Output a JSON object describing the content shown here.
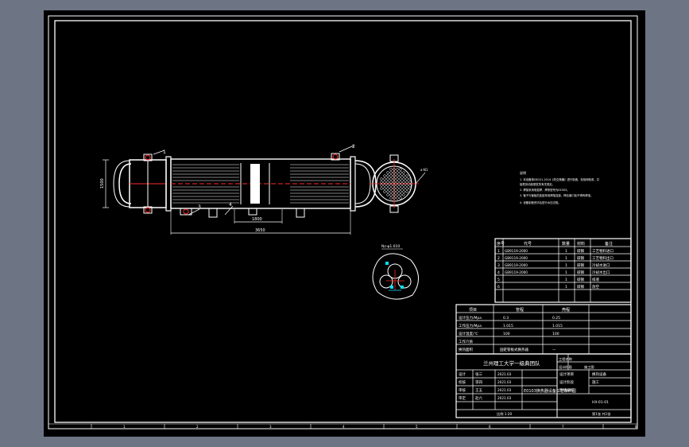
{
  "drawing": {
    "background_color": "#000000",
    "line_color": "#ffffff",
    "accent_color": "#ff2a2a",
    "marker_color": "#00e0ff",
    "workspace_color": "#6d7585"
  },
  "labels": {
    "callouts": [
      "1",
      "2",
      "3",
      "4"
    ],
    "nozzle_label": "a-N1",
    "dim_height": "1500",
    "dim_center": "1800",
    "dim_total": "3650",
    "section_title": "Nz-φ1.010"
  },
  "notes": {
    "title": "说明",
    "lines": [
      "1. 本设备按GB151-2014《热交换器》进行制造、检验和验收，并",
      "   接受劳动部颁发的有关规定。",
      "2. 焊接采用电弧焊，焊条型号为E4303。",
      "3. 管子与管板的连接采用焊接连接，焊后管口处不得有焊渣。",
      "4. 设备制造完毕后进行水压试验。"
    ]
  },
  "parts_table": {
    "headers": [
      "序号",
      "代号",
      "数量",
      "材料",
      "备注"
    ],
    "rows": [
      [
        "1",
        "GB9119-2000",
        "1",
        "碳钢",
        "工艺物料进口"
      ],
      [
        "2",
        "GB9119-2000",
        "1",
        "碳钢",
        "工艺物料出口"
      ],
      [
        "3",
        "GB9119-2000",
        "1",
        "碳钢",
        "冷却水进口"
      ],
      [
        "4",
        "GB9119-2000",
        "1",
        "碳钢",
        "冷却水出口"
      ],
      [
        "5",
        "",
        "1",
        "碳钢",
        "排液"
      ],
      [
        "6",
        "",
        "1",
        "碳钢",
        "放空"
      ]
    ]
  },
  "design_table": {
    "headers": [
      "项目",
      "管程",
      "壳程"
    ],
    "rows": [
      [
        "设计压力/Mpa",
        "0.3",
        "0.25"
      ],
      [
        "工作压力/Mpa",
        "1.015",
        "1.015"
      ],
      [
        "设计温度/℃",
        "100",
        "100"
      ],
      [
        "工作介质",
        "",
        ""
      ],
      [
        "换热面积",
        "—",
        "—"
      ]
    ],
    "merged_note": "固定管板式换热器"
  },
  "title_block": {
    "school": "兰州理工大学一级典团队",
    "project_label": "工程名称",
    "design_stage_label": "设计阶段",
    "design_stage_value": "施工图",
    "drawing_name": "E0103换热器设备工艺条件图",
    "roles": [
      "设计",
      "校核",
      "审核",
      "审定"
    ],
    "role_values": [
      "张三",
      "李四",
      "王五",
      "赵六"
    ],
    "dates": [
      "2021.03",
      "2021.03",
      "2021.03",
      "2021.03"
    ],
    "right_labels": [
      "设计项目",
      "设计阶段",
      "图纸编号"
    ],
    "right_values": [
      "换热设备",
      "施工",
      "HX-01-01"
    ],
    "sheet_info": "第1张 共1张",
    "scale_label": "比例 1:20"
  },
  "border_ticks": [
    "1",
    "2",
    "3",
    "4",
    "5",
    "6",
    "7",
    "8"
  ]
}
